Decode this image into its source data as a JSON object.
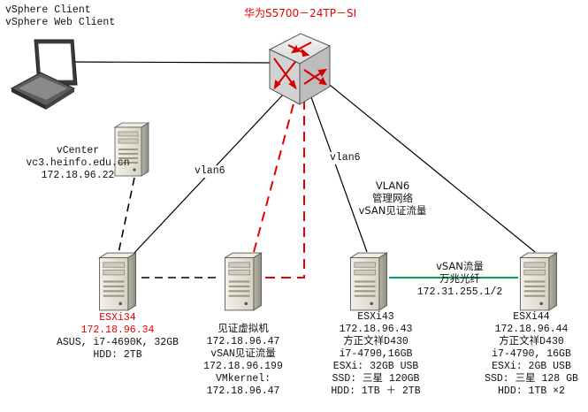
{
  "client": {
    "lines": [
      "vSphere Client",
      "vSphere Web Client"
    ],
    "icon": "laptop-icon"
  },
  "switch": {
    "title": "华为S5700－24TP－SI",
    "icon": "switch-router-icon",
    "title_color": "#e60000"
  },
  "vcenter": {
    "lines": [
      "vCenter",
      "vc3.heinfo.edu.cn",
      "172.18.96.22"
    ],
    "icon": "server-icon"
  },
  "links": {
    "vlan_left": "vlan6",
    "vlan_mid": "vlan6",
    "vsan_link": [
      "vSAN流量",
      "万兆光纤",
      "172.31.255.1/2"
    ]
  },
  "mgmt": {
    "lines": [
      "VLAN6",
      "管理网络",
      "vSAN见证流量"
    ]
  },
  "esxi34": {
    "name": "ESXi34",
    "ip": "172.18.96.34",
    "specs": [
      "ASUS, i7-4690K, 32GB",
      "HDD: 2TB"
    ],
    "icon": "server-icon",
    "accent": "#e60000"
  },
  "witness": {
    "lines": [
      "见证虚拟机",
      "172.18.96.47",
      "vSAN见证流量",
      "172.18.96.199",
      "VMkernel:",
      "172.18.96.47"
    ],
    "icon": "server-icon"
  },
  "esxi43": {
    "lines": [
      "ESXi43",
      "172.18.96.43",
      "方正文祥D430",
      "i7-4790,16GB",
      "ESXi: 32GB USB",
      "SSD: 三星 120GB",
      "HDD: 1TB ＋ 2TB"
    ],
    "icon": "server-icon"
  },
  "esxi44": {
    "lines": [
      "ESXi44",
      "172.18.96.44",
      "方正文祥D430",
      "i7-4790, 16GB",
      "ESXi: 2GB USB",
      "SSD: 三星 128 GB",
      "HDD: 1TB ×2"
    ],
    "icon": "server-icon"
  },
  "colors": {
    "line": "#000000",
    "witness_link": "#e60000",
    "vsan_link": "#00a651",
    "server_fill": "#e3e0d2",
    "server_shadow": "#a8a596",
    "switch_fill": "#e6e6e6"
  }
}
